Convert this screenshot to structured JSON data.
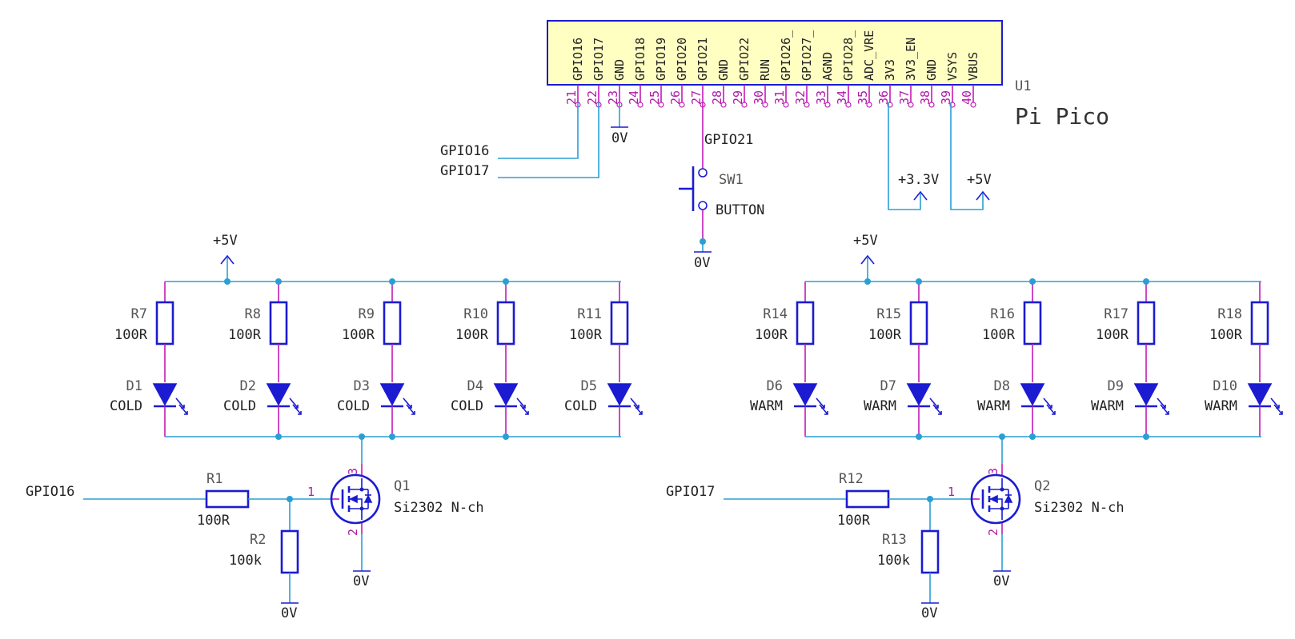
{
  "pico": {
    "ref": "U1",
    "value": "Pi Pico",
    "pins": [
      {
        "num": "21",
        "name": "GPIO16"
      },
      {
        "num": "22",
        "name": "GPIO17"
      },
      {
        "num": "23",
        "name": "GND"
      },
      {
        "num": "24",
        "name": "GPIO18"
      },
      {
        "num": "25",
        "name": "GPIO19"
      },
      {
        "num": "26",
        "name": "GPIO20"
      },
      {
        "num": "27",
        "name": "GPIO21"
      },
      {
        "num": "28",
        "name": "GND"
      },
      {
        "num": "29",
        "name": "GPIO22"
      },
      {
        "num": "30",
        "name": "RUN"
      },
      {
        "num": "31",
        "name": "GPIO26_"
      },
      {
        "num": "32",
        "name": "GPIO27_"
      },
      {
        "num": "33",
        "name": "AGND"
      },
      {
        "num": "34",
        "name": "GPIO28_"
      },
      {
        "num": "35",
        "name": "ADC_VRE"
      },
      {
        "num": "36",
        "name": "3V3"
      },
      {
        "num": "37",
        "name": "3V3_EN"
      },
      {
        "num": "38",
        "name": "GND"
      },
      {
        "num": "39",
        "name": "VSYS"
      },
      {
        "num": "40",
        "name": "VBUS"
      }
    ]
  },
  "nets": {
    "gpio16": "GPIO16",
    "gpio17": "GPIO17",
    "gpio21": "GPIO21",
    "ground": "0V",
    "v33": "+3.3V",
    "v5": "+5V"
  },
  "switch": {
    "ref": "SW1",
    "value": "BUTTON"
  },
  "cold_bank": {
    "resistors": [
      {
        "ref": "R7",
        "value": "100R"
      },
      {
        "ref": "R8",
        "value": "100R"
      },
      {
        "ref": "R9",
        "value": "100R"
      },
      {
        "ref": "R10",
        "value": "100R"
      },
      {
        "ref": "R11",
        "value": "100R"
      }
    ],
    "leds": [
      {
        "ref": "D1",
        "value": "COLD"
      },
      {
        "ref": "D2",
        "value": "COLD"
      },
      {
        "ref": "D3",
        "value": "COLD"
      },
      {
        "ref": "D4",
        "value": "COLD"
      },
      {
        "ref": "D5",
        "value": "COLD"
      }
    ],
    "gate_resistor": {
      "ref": "R1",
      "value": "100R"
    },
    "pulldown": {
      "ref": "R2",
      "value": "100k"
    },
    "mosfet": {
      "ref": "Q1",
      "value": "Si2302 N-ch"
    }
  },
  "warm_bank": {
    "resistors": [
      {
        "ref": "R14",
        "value": "100R"
      },
      {
        "ref": "R15",
        "value": "100R"
      },
      {
        "ref": "R16",
        "value": "100R"
      },
      {
        "ref": "R17",
        "value": "100R"
      },
      {
        "ref": "R18",
        "value": "100R"
      }
    ],
    "leds": [
      {
        "ref": "D6",
        "value": "WARM"
      },
      {
        "ref": "D7",
        "value": "WARM"
      },
      {
        "ref": "D8",
        "value": "WARM"
      },
      {
        "ref": "D9",
        "value": "WARM"
      },
      {
        "ref": "D10",
        "value": "WARM"
      }
    ],
    "gate_resistor": {
      "ref": "R12",
      "value": "100R"
    },
    "pulldown": {
      "ref": "R13",
      "value": "100k"
    },
    "mosfet": {
      "ref": "Q2",
      "value": "Si2302 N-ch"
    }
  },
  "mosfet_pins": {
    "gate": "1",
    "source": "2",
    "drain": "3"
  },
  "colors": {
    "wire": "#2a9fd6",
    "symbol": "#1b1bd1",
    "pin": "#c21bb8",
    "ic_body": "#ffffc2"
  }
}
